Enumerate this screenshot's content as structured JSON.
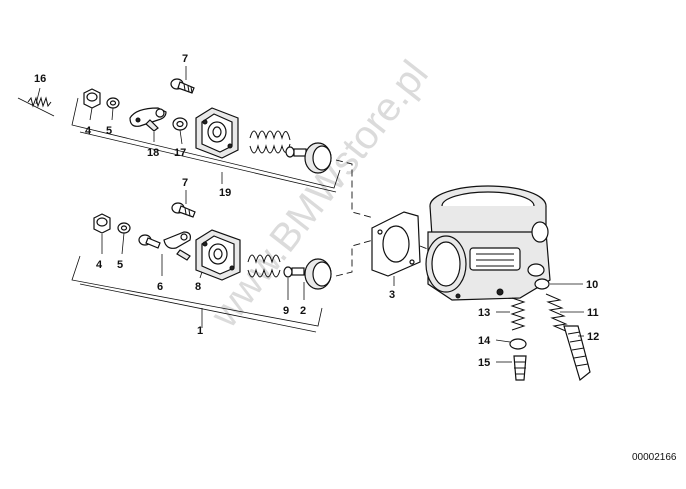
{
  "diagram": {
    "callouts": [
      "16",
      "4",
      "5",
      "7",
      "18",
      "17",
      "19",
      "4",
      "5",
      "6",
      "7",
      "8",
      "9",
      "2",
      "1",
      "3",
      "10",
      "11",
      "12",
      "13",
      "14",
      "15"
    ],
    "watermark": "www.BMWstore.pl",
    "drawing_number": "00002166"
  }
}
